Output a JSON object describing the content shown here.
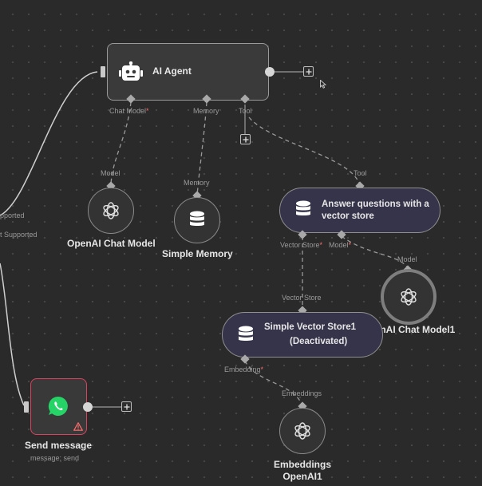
{
  "nodes": {
    "ai_agent": {
      "title": "AI Agent"
    },
    "chat_model": {
      "title": "OpenAI Chat Model"
    },
    "simple_memory": {
      "title": "Simple Memory"
    },
    "answer_questions": {
      "title": "Answer questions with a vector store"
    },
    "chat_model1": {
      "title": "OpenAI Chat Model1"
    },
    "vector_store1": {
      "title": "Simple Vector Store1",
      "status": "(Deactivated)"
    },
    "embeddings": {
      "title": "Embeddings OpenAI1"
    },
    "send_message": {
      "title": "Send message",
      "subtitle": "message: send"
    }
  },
  "ports": {
    "agent_chat_model": "Chat Model",
    "agent_memory": "Memory",
    "agent_tool": "Tool",
    "chat_model_in": "Model",
    "memory_in": "Memory",
    "tool_in": "Tool",
    "aq_vector_store": "Vector Store",
    "aq_model": "Model",
    "model1_in": "Model",
    "vs_in": "Vector Store",
    "vs_embedding": "Embedding",
    "embeddings_in": "Embeddings"
  },
  "edge_labels": {
    "upper": "pported",
    "lower": "t Supported"
  },
  "colors": {
    "canvas": "#2a2a2a",
    "required": "#ff6d6d",
    "whatsapp": "#25d366",
    "error_border": "#d9435f",
    "warning": "#ff6d6d"
  },
  "icons": {
    "agent": "robot-icon",
    "openai": "openai-icon",
    "database": "database-icon",
    "whatsapp": "whatsapp-icon",
    "warning": "warning-icon",
    "plus": "plus-icon"
  }
}
